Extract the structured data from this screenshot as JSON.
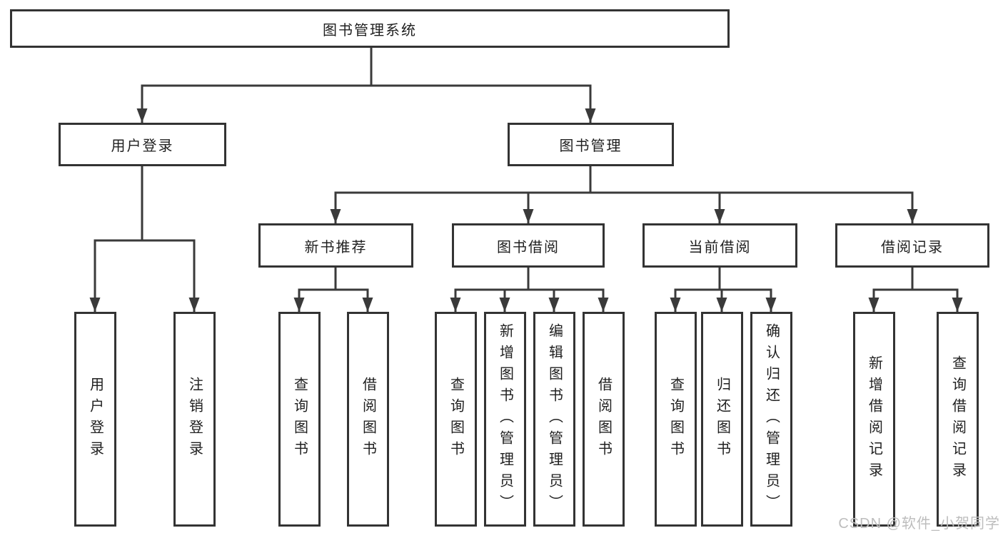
{
  "tree": {
    "root": {
      "label": "图书管理系统",
      "children": [
        {
          "label": "用户登录",
          "children": [
            {
              "label": "用户登录"
            },
            {
              "label": "注销登录"
            }
          ]
        },
        {
          "label": "图书管理",
          "children": [
            {
              "label": "新书推荐",
              "children": [
                {
                  "label": "查询图书"
                },
                {
                  "label": "借阅图书"
                }
              ]
            },
            {
              "label": "图书借阅",
              "children": [
                {
                  "label": "查询图书"
                },
                {
                  "label": "新增图书（管理员）"
                },
                {
                  "label": "编辑图书（管理员）"
                },
                {
                  "label": "借阅图书"
                }
              ]
            },
            {
              "label": "当前借阅",
              "children": [
                {
                  "label": "查询图书"
                },
                {
                  "label": "归还图书"
                },
                {
                  "label": "确认归还（管理员）"
                }
              ]
            },
            {
              "label": "借阅记录",
              "children": [
                {
                  "label": "新增借阅记录"
                },
                {
                  "label": "查询借阅记录"
                }
              ]
            }
          ]
        }
      ]
    }
  },
  "watermark": {
    "text": "CSDN @软件_小贺同学",
    "color": "#bdbdbd"
  },
  "colors": {
    "background": "#ffffff",
    "box_border": "#333333",
    "connector": "#3a3a3a",
    "text": "#1f1f1f"
  }
}
